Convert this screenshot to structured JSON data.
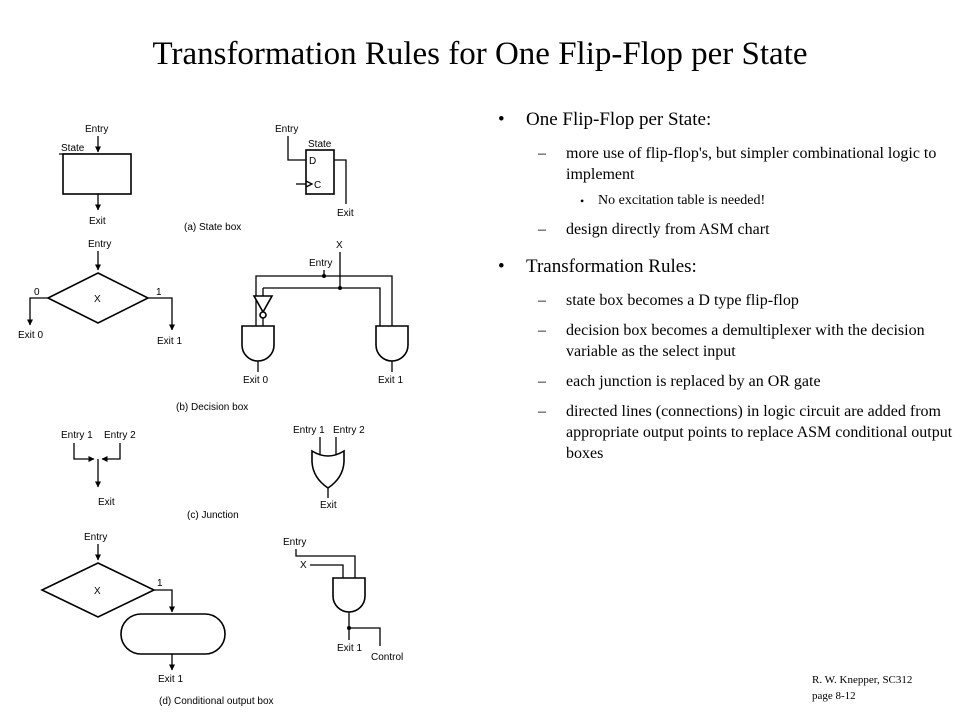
{
  "slide": {
    "title": "Transformation Rules for One Flip-Flop per State",
    "credit_line1": "R. W.  Knepper, SC312",
    "credit_line2": "page 8-12"
  },
  "bullets": [
    {
      "text": "One Flip-Flop per State:",
      "subs": [
        {
          "text": "more use of flip-flop's, but simpler combinational logic to implement",
          "subsubs": [
            "No excitation table is needed!"
          ]
        },
        {
          "text": "design directly from ASM chart",
          "subsubs": []
        }
      ]
    },
    {
      "text": "Transformation Rules:",
      "subs": [
        {
          "text": "state box becomes a D type flip-flop",
          "subsubs": []
        },
        {
          "text": "decision box becomes a demultiplexer with the decision variable as the select input",
          "subsubs": []
        },
        {
          "text": "each junction is replaced by an OR gate",
          "subsubs": []
        },
        {
          "text": "directed lines (connections) in logic circuit are added from appropriate output points to replace ASM conditional output boxes",
          "subsubs": []
        }
      ]
    }
  ],
  "markers": {
    "level1": "•",
    "level2": "–",
    "level3": "•"
  },
  "figure": {
    "a": {
      "caption": "(a) State box",
      "entry": "Entry",
      "state": "State",
      "exit": "Exit",
      "ff_entry": "Entry",
      "ff_state": "State",
      "ff_d": "D",
      "ff_c": "C",
      "ff_exit": "Exit"
    },
    "b": {
      "caption": "(b) Decision box",
      "entry": "Entry",
      "zero": "0",
      "one": "1",
      "var": "X",
      "exit0": "Exit 0",
      "exit1": "Exit 1",
      "c_var": "X",
      "c_entry": "Entry",
      "c_exit0": "Exit 0",
      "c_exit1": "Exit 1"
    },
    "c": {
      "caption": "(c) Junction",
      "entry1": "Entry 1",
      "entry2": "Entry 2",
      "exit": "Exit",
      "g_entry1": "Entry 1",
      "g_entry2": "Entry 2",
      "g_exit": "Exit"
    },
    "d": {
      "caption": "(d) Conditional output box",
      "entry": "Entry",
      "var": "X",
      "one": "1",
      "exit1": "Exit 1",
      "c_entry": "Entry",
      "c_var": "X",
      "c_exit1": "Exit 1",
      "c_control": "Control"
    }
  }
}
